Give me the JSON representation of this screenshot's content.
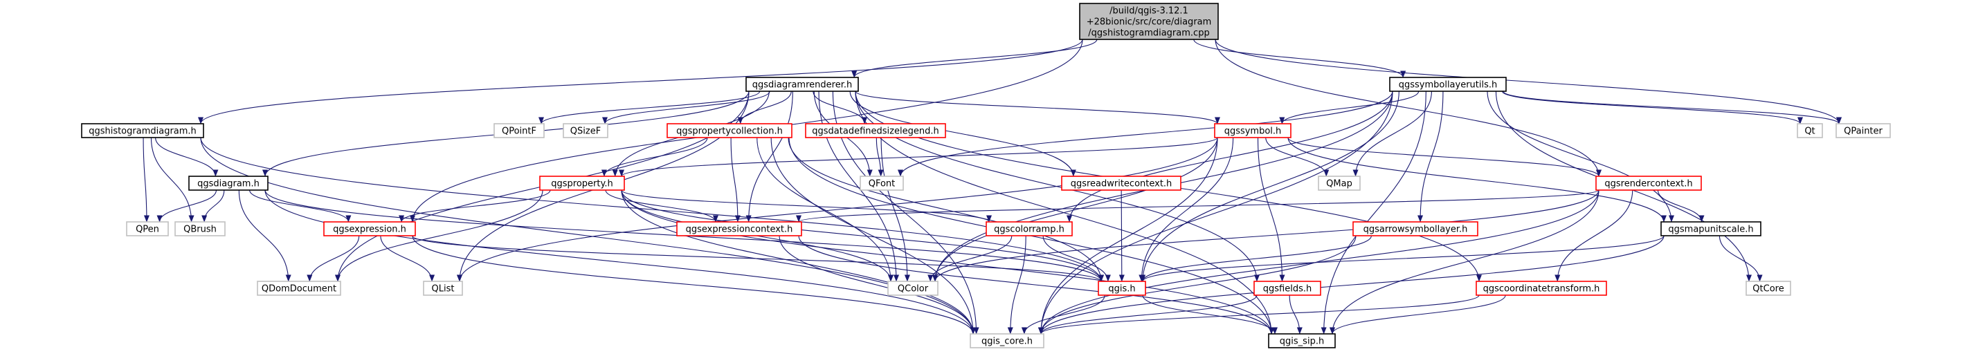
{
  "colors": {
    "edge": "#191970",
    "border_black": "#000000",
    "border_red": "#ff0000",
    "border_gray": "#bfbfbf",
    "root_fill": "#bfbfbf",
    "fill": "#ffffff"
  },
  "nodes": [
    {
      "id": "root",
      "lines": [
        "/build/qgis-3.12.1",
        "+28bionic/src/core/diagram",
        "/qgshistogramdiagram.cpp"
      ],
      "style": "root"
    },
    {
      "id": "qgsdiagramrenderer_h",
      "lines": [
        "qgsdiagramrenderer.h"
      ],
      "style": "black"
    },
    {
      "id": "qgssymbollayerutils_h",
      "lines": [
        "qgssymbollayerutils.h"
      ],
      "style": "black"
    },
    {
      "id": "qgshistogramdiagram_h",
      "lines": [
        "qgshistogramdiagram.h"
      ],
      "style": "black"
    },
    {
      "id": "qgsdiagram_h",
      "lines": [
        "qgsdiagram.h"
      ],
      "style": "black"
    },
    {
      "id": "QPointF",
      "lines": [
        "QPointF"
      ],
      "style": "gray"
    },
    {
      "id": "QSizeF",
      "lines": [
        "QSizeF"
      ],
      "style": "gray"
    },
    {
      "id": "qgspropertycollection_h",
      "lines": [
        "qgspropertycollection.h"
      ],
      "style": "red"
    },
    {
      "id": "qgsdatadefinedsizelegend_h",
      "lines": [
        "qgsdatadefinedsizelegend.h"
      ],
      "style": "red"
    },
    {
      "id": "qgssymbol_h",
      "lines": [
        "qgssymbol.h"
      ],
      "style": "red"
    },
    {
      "id": "Qt",
      "lines": [
        "Qt"
      ],
      "style": "gray"
    },
    {
      "id": "QPainter",
      "lines": [
        "QPainter"
      ],
      "style": "gray"
    },
    {
      "id": "QPen",
      "lines": [
        "QPen"
      ],
      "style": "gray"
    },
    {
      "id": "QBrush",
      "lines": [
        "QBrush"
      ],
      "style": "gray"
    },
    {
      "id": "qgsproperty_h",
      "lines": [
        "qgsproperty.h"
      ],
      "style": "red"
    },
    {
      "id": "QFont",
      "lines": [
        "QFont"
      ],
      "style": "gray"
    },
    {
      "id": "qgsreadwritecontext_h",
      "lines": [
        "qgsreadwritecontext.h"
      ],
      "style": "red"
    },
    {
      "id": "QMap",
      "lines": [
        "QMap"
      ],
      "style": "gray"
    },
    {
      "id": "qgsrendercontext_h",
      "lines": [
        "qgsrendercontext.h"
      ],
      "style": "red"
    },
    {
      "id": "qgsexpression_h",
      "lines": [
        "qgsexpression.h"
      ],
      "style": "red"
    },
    {
      "id": "qgsexpressioncontext_h",
      "lines": [
        "qgsexpressioncontext.h"
      ],
      "style": "red"
    },
    {
      "id": "qgscolorramp_h",
      "lines": [
        "qgscolorramp.h"
      ],
      "style": "red"
    },
    {
      "id": "qgsarrowsymbollayer_h",
      "lines": [
        "qgsarrowsymbollayer.h"
      ],
      "style": "red"
    },
    {
      "id": "qgsmapunitscale_h",
      "lines": [
        "qgsmapunitscale.h"
      ],
      "style": "black"
    },
    {
      "id": "QDomDocument",
      "lines": [
        "QDomDocument"
      ],
      "style": "gray"
    },
    {
      "id": "QList",
      "lines": [
        "QList"
      ],
      "style": "gray"
    },
    {
      "id": "QColor",
      "lines": [
        "QColor"
      ],
      "style": "gray"
    },
    {
      "id": "qgis_h",
      "lines": [
        "qgis.h"
      ],
      "style": "red"
    },
    {
      "id": "qgsfields_h",
      "lines": [
        "qgsfields.h"
      ],
      "style": "red"
    },
    {
      "id": "qgscoordinatetransform_h",
      "lines": [
        "qgscoordinatetransform.h"
      ],
      "style": "red"
    },
    {
      "id": "QtCore",
      "lines": [
        "QtCore"
      ],
      "style": "gray"
    },
    {
      "id": "qgis_core_h",
      "lines": [
        "qgis_core.h"
      ],
      "style": "gray"
    },
    {
      "id": "qgis_sip_h",
      "lines": [
        "qgis_sip.h"
      ],
      "style": "black"
    }
  ],
  "edges": [
    [
      "root",
      "qgsdiagramrenderer_h"
    ],
    [
      "root",
      "qgssymbollayerutils_h"
    ],
    [
      "root",
      "qgshistogramdiagram_h"
    ],
    [
      "root",
      "qgsexpression_h"
    ],
    [
      "root",
      "qgsrendercontext_h"
    ],
    [
      "root",
      "QPainter"
    ],
    [
      "qgsdiagramrenderer_h",
      "qgsdiagram_h"
    ],
    [
      "qgsdiagramrenderer_h",
      "QPointF"
    ],
    [
      "qgsdiagramrenderer_h",
      "QSizeF"
    ],
    [
      "qgsdiagramrenderer_h",
      "qgspropertycollection_h"
    ],
    [
      "qgsdiagramrenderer_h",
      "qgsdatadefinedsizelegend_h"
    ],
    [
      "qgsdiagramrenderer_h",
      "qgssymbol_h"
    ],
    [
      "qgsdiagramrenderer_h",
      "qgsproperty_h"
    ],
    [
      "qgsdiagramrenderer_h",
      "QFont"
    ],
    [
      "qgsdiagramrenderer_h",
      "qgsreadwritecontext_h"
    ],
    [
      "qgsdiagramrenderer_h",
      "qgsexpressioncontext_h"
    ],
    [
      "qgsdiagramrenderer_h",
      "QDomDocument"
    ],
    [
      "qgsdiagramrenderer_h",
      "QList"
    ],
    [
      "qgsdiagramrenderer_h",
      "QColor"
    ],
    [
      "qgsdiagramrenderer_h",
      "qgsfields_h"
    ],
    [
      "qgsdiagramrenderer_h",
      "qgscoordinatetransform_h"
    ],
    [
      "qgsdiagramrenderer_h",
      "qgis_core_h"
    ],
    [
      "qgsdiagramrenderer_h",
      "qgis_sip_h"
    ],
    [
      "qgssymbollayerutils_h",
      "qgssymbol_h"
    ],
    [
      "qgssymbollayerutils_h",
      "Qt"
    ],
    [
      "qgssymbollayerutils_h",
      "QPainter"
    ],
    [
      "qgssymbollayerutils_h",
      "QFont"
    ],
    [
      "qgssymbollayerutils_h",
      "QMap"
    ],
    [
      "qgssymbollayerutils_h",
      "qgscolorramp_h"
    ],
    [
      "qgssymbollayerutils_h",
      "qgsarrowsymbollayer_h"
    ],
    [
      "qgssymbollayerutils_h",
      "qgsmapunitscale_h"
    ],
    [
      "qgssymbollayerutils_h",
      "QColor"
    ],
    [
      "qgssymbollayerutils_h",
      "qgis_h"
    ],
    [
      "qgssymbollayerutils_h",
      "QtCore"
    ],
    [
      "qgssymbollayerutils_h",
      "qgis_core_h"
    ],
    [
      "qgssymbollayerutils_h",
      "qgis_sip_h"
    ],
    [
      "qgshistogramdiagram_h",
      "qgsdiagram_h"
    ],
    [
      "qgshistogramdiagram_h",
      "QPen"
    ],
    [
      "qgshistogramdiagram_h",
      "QBrush"
    ],
    [
      "qgshistogramdiagram_h",
      "qgis_core_h"
    ],
    [
      "qgshistogramdiagram_h",
      "qgis_h"
    ],
    [
      "qgsdiagram_h",
      "QPen"
    ],
    [
      "qgsdiagram_h",
      "QBrush"
    ],
    [
      "qgsdiagram_h",
      "qgsexpression_h"
    ],
    [
      "qgsdiagram_h",
      "qgis_h"
    ],
    [
      "qgsdiagram_h",
      "qgis_core_h"
    ],
    [
      "qgsdiagram_h",
      "QDomDocument"
    ],
    [
      "qgspropertycollection_h",
      "qgsproperty_h"
    ],
    [
      "qgspropertycollection_h",
      "qgsexpressioncontext_h"
    ],
    [
      "qgspropertycollection_h",
      "QColor"
    ],
    [
      "qgspropertycollection_h",
      "qgis_core_h"
    ],
    [
      "qgspropertycollection_h",
      "qgis_sip_h"
    ],
    [
      "qgspropertycollection_h",
      "qgis_h"
    ],
    [
      "qgsdatadefinedsizelegend_h",
      "QFont"
    ],
    [
      "qgsdatadefinedsizelegend_h",
      "QColor"
    ],
    [
      "qgssymbol_h",
      "qgsproperty_h"
    ],
    [
      "qgssymbol_h",
      "QMap"
    ],
    [
      "qgssymbol_h",
      "qgsrendercontext_h"
    ],
    [
      "qgssymbol_h",
      "QList"
    ],
    [
      "qgssymbol_h",
      "qgsfields_h"
    ],
    [
      "qgssymbol_h",
      "qgis_h"
    ],
    [
      "qgssymbol_h",
      "qgsmapunitscale_h"
    ],
    [
      "qgssymbol_h",
      "qgis_core_h"
    ],
    [
      "qgssymbol_h",
      "QColor"
    ],
    [
      "qgsproperty_h",
      "qgsexpression_h"
    ],
    [
      "qgsproperty_h",
      "qgsexpressioncontext_h"
    ],
    [
      "qgsproperty_h",
      "qgscolorramp_h"
    ],
    [
      "qgsproperty_h",
      "QColor"
    ],
    [
      "qgsproperty_h",
      "qgis_core_h"
    ],
    [
      "qgsproperty_h",
      "qgis_sip_h"
    ],
    [
      "qgsproperty_h",
      "QDomDocument"
    ],
    [
      "qgsproperty_h",
      "qgis_h"
    ],
    [
      "qgsreadwritecontext_h",
      "qgis_h"
    ],
    [
      "qgsrendercontext_h",
      "qgsexpressioncontext_h"
    ],
    [
      "qgsrendercontext_h",
      "qgsmapunitscale_h"
    ],
    [
      "qgsrendercontext_h",
      "qgscoordinatetransform_h"
    ],
    [
      "qgsrendercontext_h",
      "QColor"
    ],
    [
      "qgsrendercontext_h",
      "qgis_core_h"
    ],
    [
      "qgsrendercontext_h",
      "qgis_sip_h"
    ],
    [
      "qgsexpression_h",
      "QDomDocument"
    ],
    [
      "qgsexpression_h",
      "QList"
    ],
    [
      "qgsexpression_h",
      "qgis_h"
    ],
    [
      "qgsexpression_h",
      "qgis_core_h"
    ],
    [
      "qgsexpressioncontext_h",
      "qgis_core_h"
    ],
    [
      "qgsexpressioncontext_h",
      "qgis_sip_h"
    ],
    [
      "qgscolorramp_h",
      "QColor"
    ],
    [
      "qgscolorramp_h",
      "qgis_h"
    ],
    [
      "qgscolorramp_h",
      "qgis_core_h"
    ],
    [
      "qgsarrowsymbollayer_h",
      "qgis_h"
    ],
    [
      "qgsarrowsymbollayer_h",
      "qgis_core_h"
    ],
    [
      "qgsmapunitscale_h",
      "qgis_h"
    ],
    [
      "qgsmapunitscale_h",
      "QtCore"
    ],
    [
      "qgsmapunitscale_h",
      "qgis_core_h"
    ],
    [
      "qgis_h",
      "qgis_core_h"
    ],
    [
      "qgis_h",
      "qgis_sip_h"
    ],
    [
      "qgsfields_h",
      "qgis_core_h"
    ],
    [
      "qgsfields_h",
      "qgis_sip_h"
    ],
    [
      "qgscoordinatetransform_h",
      "qgis_core_h"
    ],
    [
      "qgscoordinatetransform_h",
      "qgis_sip_h"
    ]
  ]
}
